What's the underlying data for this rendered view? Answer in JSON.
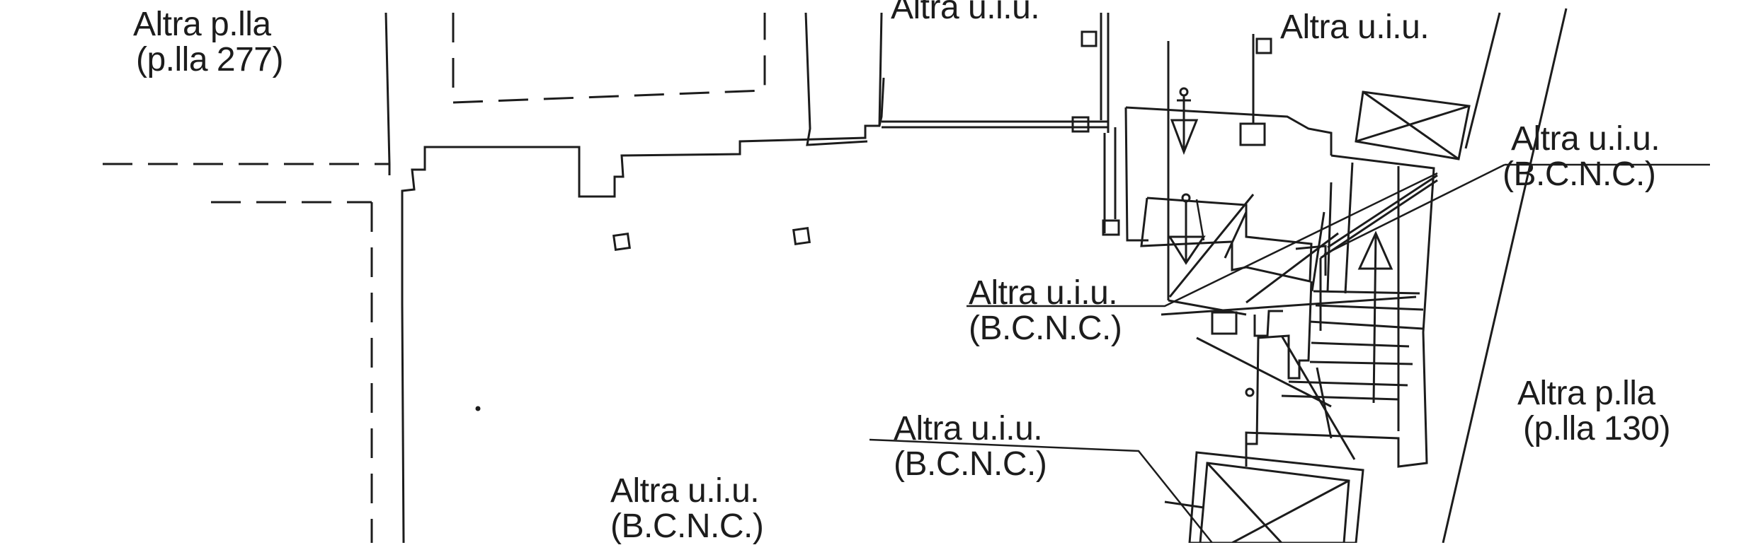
{
  "drawing": {
    "ink_color": "#1c1c1c",
    "labels": {
      "top_left_parcel": {
        "line1": "Altra p.lla",
        "line2": "(p.lla 277)"
      },
      "top_center_unit": {
        "line1": "Altra u.i.u."
      },
      "top_right_unit": {
        "line1": "Altra u.i.u."
      },
      "right_unit_bcnc": {
        "line1": "Altra u.i.u.",
        "line2": "(B.C.N.C.)"
      },
      "center_unit_bcnc": {
        "line1": "Altra u.i.u.",
        "line2": "(B.C.N.C.)"
      },
      "right_parcel": {
        "line1": "Altra p.lla",
        "line2": "(p.lla 130)"
      },
      "lower_center_unit_bcnc": {
        "line1": "Altra u.i.u.",
        "line2": "(B.C.N.C.)"
      },
      "bottom_left_unit_bcnc": {
        "line1": "Altra u.i.u.",
        "line2": "(B.C.N.C.)"
      }
    }
  }
}
